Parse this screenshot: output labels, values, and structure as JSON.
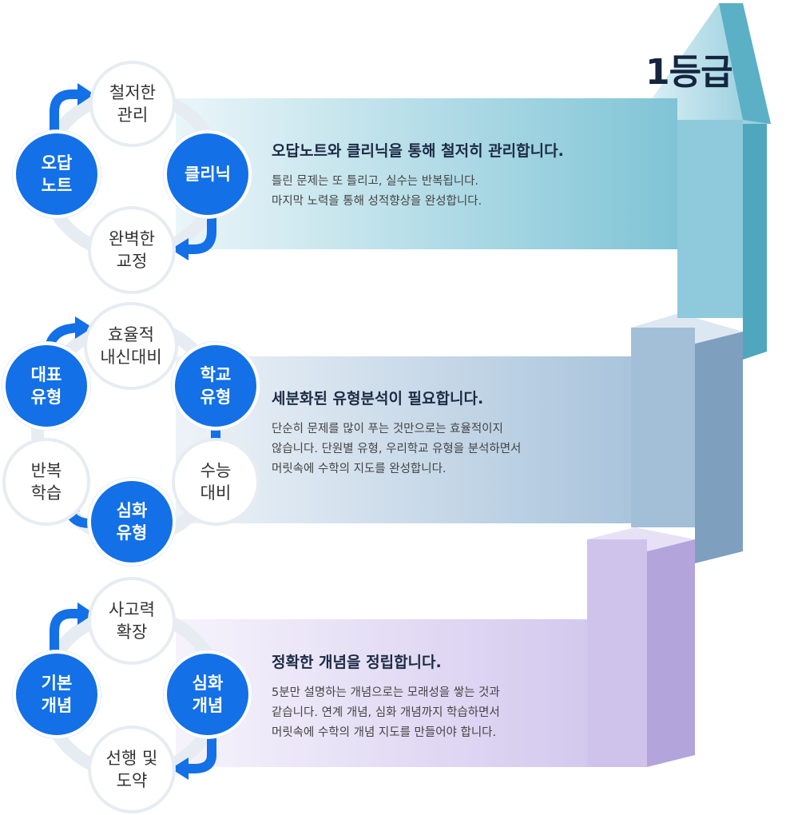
{
  "grade_label": "1등급",
  "stages": [
    {
      "id": "top",
      "headline": "오답노트와 클리닉을 통해 철저히 관리합니다.",
      "lines": [
        "틀린 문제는 또 틀리고, 실수는 반복됩니다.",
        "마지막 노력을 통해 성적향상을 완성합니다."
      ],
      "cycle": {
        "c1": [
          "철저한",
          "관리"
        ],
        "c2": [
          "클리닉"
        ],
        "c3": [
          "완벽한",
          "교정"
        ],
        "c4": [
          "오답",
          "노트"
        ]
      }
    },
    {
      "id": "middle",
      "headline": "세분화된 유형분석이 필요합니다.",
      "lines": [
        "단순히 문제를 많이 푸는 것만으로는 효율적이지",
        "않습니다. 단원별 유형, 우리학교 유형을 분석하면서",
        "머릿속에 수학의 지도를 완성합니다."
      ],
      "cycle": {
        "c1": [
          "효율적",
          "내신대비"
        ],
        "c2": [
          "학교",
          "유형"
        ],
        "c3": [
          "수능",
          "대비"
        ],
        "c4": [
          "심화",
          "유형"
        ],
        "c5": [
          "반복",
          "학습"
        ],
        "c6": [
          "대표",
          "유형"
        ]
      }
    },
    {
      "id": "bottom",
      "headline": "정확한 개념을 정립합니다.",
      "lines": [
        "5분만 설명하는 개념으로는 모래성을 쌓는 것과",
        "같습니다. 연계 개념, 심화 개념까지 학습하면서",
        "머릿속에 수학의 개념 지도를 만들어야 합니다."
      ],
      "cycle": {
        "c1": [
          "사고력",
          "확장"
        ],
        "c2": [
          "심화",
          "개념"
        ],
        "c3": [
          "선행 및",
          "도약"
        ],
        "c4": [
          "기본",
          "개념"
        ]
      }
    }
  ],
  "colors": {
    "teal_face": "#7fc4d6",
    "teal_side": "#4fa7bd",
    "steel_face": "#a9c4dc",
    "steel_side": "#7f9fbf",
    "lavender_face": "#d3c9ee",
    "lavender_side": "#b3a4dc",
    "accent_blue": "#1370e6"
  }
}
